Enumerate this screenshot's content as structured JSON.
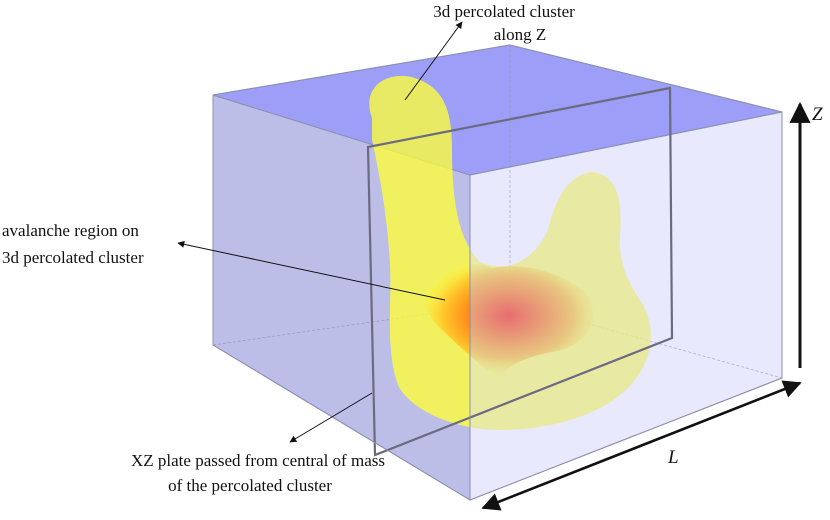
{
  "labels": {
    "top_line1": "3d percolated cluster",
    "top_line2": "along Z",
    "left_line1": "avalanche region on",
    "left_line2": "3d percolated cluster",
    "bottom_line1": "XZ plate passed from central of mass",
    "bottom_line2": "of the percolated cluster",
    "axis_z": "Z",
    "axis_l": "L"
  },
  "colors": {
    "box_top": "#9a9cf6",
    "box_left": "#bcbde6",
    "box_front": "#cfd0fb",
    "cluster": "#ffff33",
    "avalanche_core": "#ff2b14",
    "plate_edge": "#6b6b80"
  }
}
